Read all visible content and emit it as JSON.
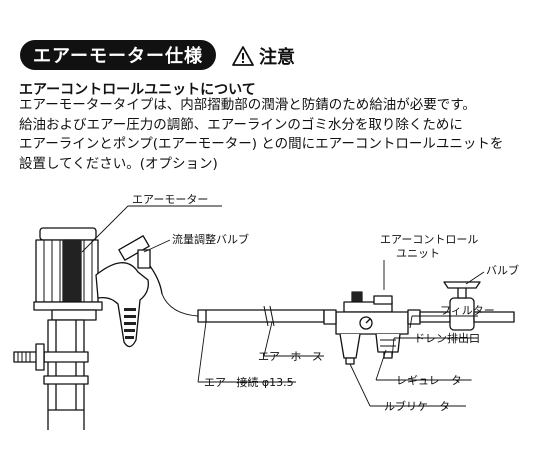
{
  "section": {
    "title": "エアーモーター仕様",
    "notice_label": "注意",
    "heading": "エアーコントロールユニットについて",
    "paragraph_lines": [
      "エアーモータータイプは、内部摺動部の潤滑と防錆のため給油が必要です。",
      "給油およびエアー圧力の調節、エアーラインのゴミ水分を取り除くために",
      "エアーラインとポンプ(エアーモーター) との間にエアーコントロールユニットを",
      "設置してください。(オプション)"
    ]
  },
  "diagram": {
    "labels": {
      "air_motor": "エアーモーター",
      "flow_valve": "流量調整バルブ",
      "control_unit_line1": "エアーコントロール",
      "control_unit_line2": "ユニット",
      "valve": "バルブ",
      "filter": "フィルター",
      "drain": "ドレン排出口",
      "air_hose": "エアーホース",
      "regulator": "レギュレーター",
      "air_connection": "エアー接続 φ13.5",
      "lubricator": "ルブリケーター"
    }
  },
  "icons": {
    "warning": "warning-triangle-icon"
  }
}
